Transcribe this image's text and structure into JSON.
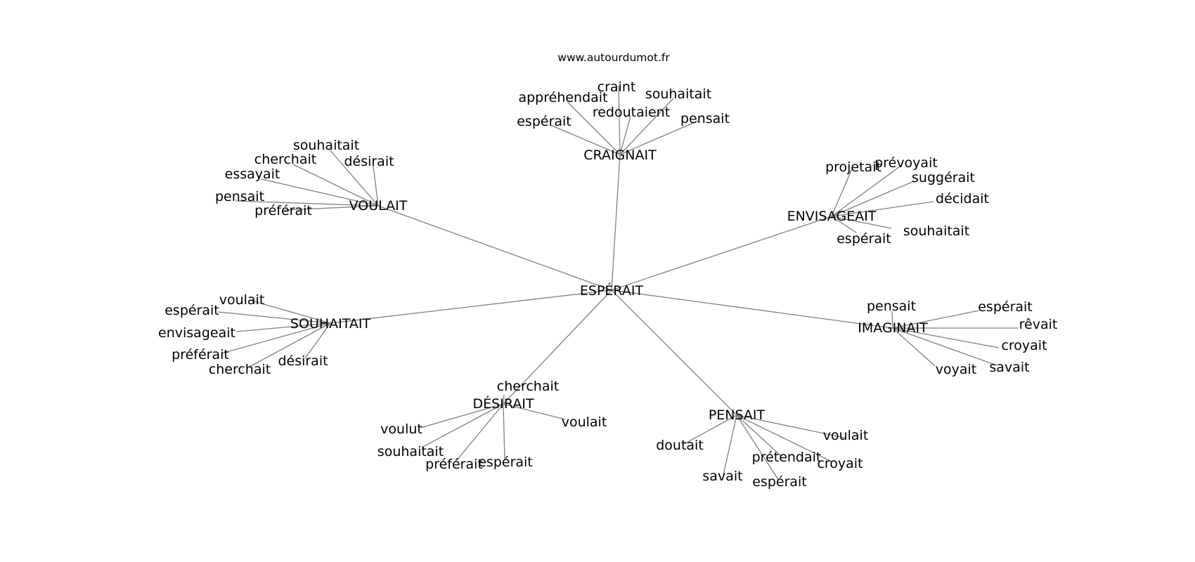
{
  "source": "www.autourdumot.fr",
  "graph": {
    "center": "ESPÉRAIT",
    "hubs": [
      {
        "label": "CRAIGNAIT",
        "leaves": [
          "appréhendait",
          "craint",
          "souhaitait",
          "redoutaient",
          "espérait",
          "pensait"
        ]
      },
      {
        "label": "VOULAIT",
        "leaves": [
          "souhaitait",
          "cherchait",
          "désirait",
          "essayait",
          "pensait",
          "préférait"
        ]
      },
      {
        "label": "ENVISAGEAIT",
        "leaves": [
          "projetait",
          "prévoyait",
          "suggérait",
          "décidait",
          "souhaitait",
          "espérait"
        ]
      },
      {
        "label": "SOUHAITAIT",
        "leaves": [
          "voulait",
          "espérait",
          "envisageait",
          "préférait",
          "cherchait",
          "désirait"
        ]
      },
      {
        "label": "IMAGINAIT",
        "leaves": [
          "pensait",
          "espérait",
          "rêvait",
          "croyait",
          "savait",
          "voyait"
        ]
      },
      {
        "label": "DÉSIRAIT",
        "leaves": [
          "cherchait",
          "voulait",
          "voulut",
          "souhaitait",
          "préférait",
          "espérait"
        ]
      },
      {
        "label": "PENSAIT",
        "leaves": [
          "voulait",
          "doutait",
          "prétendait",
          "croyait",
          "savait",
          "espérait"
        ]
      }
    ]
  },
  "colors": {
    "edge": "#808080",
    "text": "#000000",
    "background": "#ffffff"
  }
}
